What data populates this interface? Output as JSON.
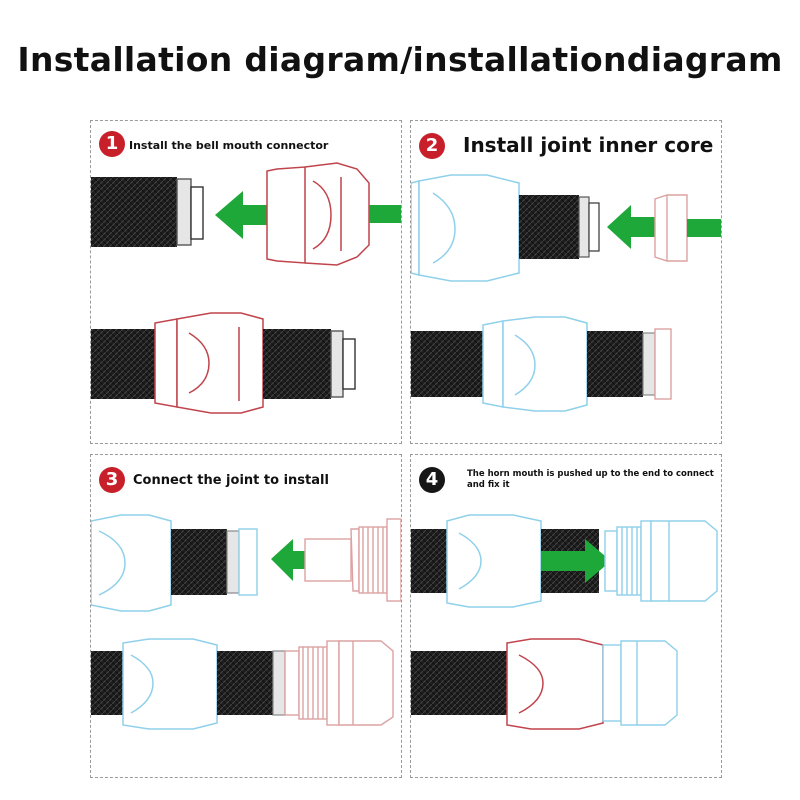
{
  "title": "Installation diagram/installationdiagram",
  "colors": {
    "hose": "#1e1e1e",
    "red_outline": "#c0444c",
    "blue_outline": "#8fd0ea",
    "green_arrow": "#1fa83a",
    "steel": "#7a7a7a",
    "badge_red": "#c8202a",
    "badge_black": "#161616"
  },
  "steps": [
    {
      "number": "1",
      "label": "Install the bell mouth connector"
    },
    {
      "number": "2",
      "label": "Install joint inner core"
    },
    {
      "number": "3",
      "label": "Connect the joint to install"
    },
    {
      "number": "4",
      "label": "The horn mouth is pushed up to the end to connect and fix it"
    }
  ]
}
